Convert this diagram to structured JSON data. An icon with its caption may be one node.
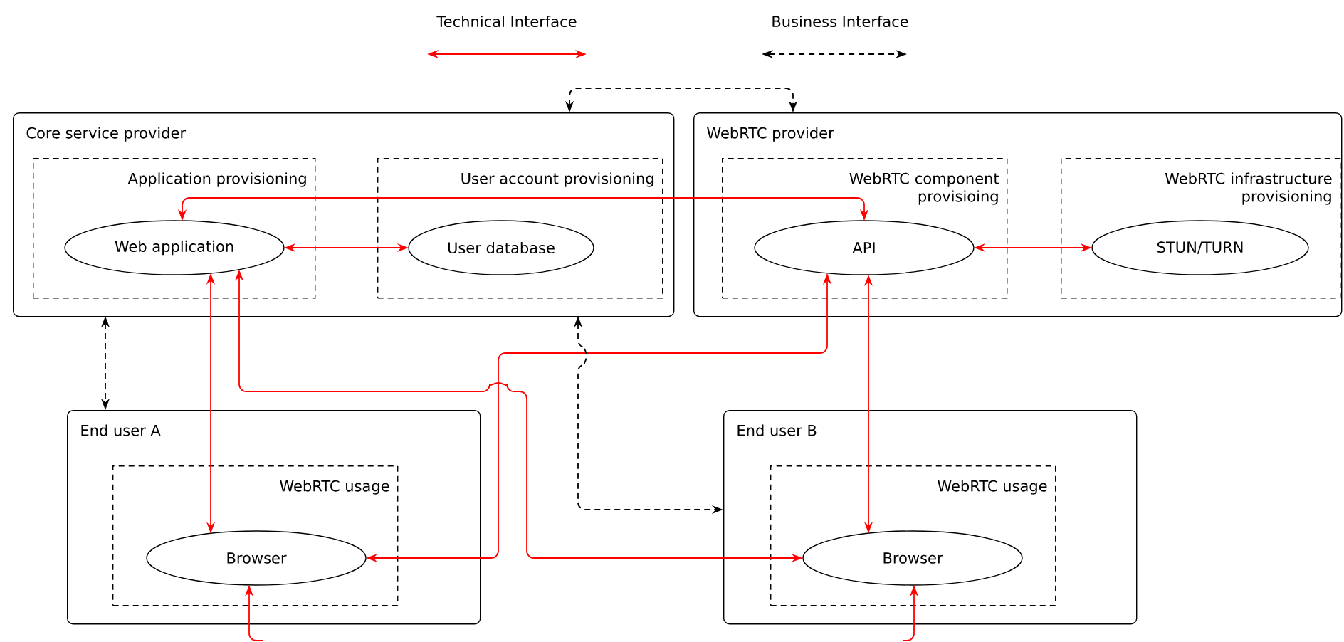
{
  "diagram": {
    "nodes": [
      {
        "text": [
          "Core service provider"
        ]
      },
      {
        "text": [
          "Application provisioning"
        ],
        "in": 0
      },
      {
        "text": [
          "Web application"
        ],
        "in": 1
      },
      {
        "text": [
          "User account provisioning"
        ],
        "in": 0
      },
      {
        "text": [
          "User database"
        ],
        "in": 3
      },
      {
        "text": [
          "WebRTC provider"
        ]
      },
      {
        "text": [
          "WebRTC component provisioing"
        ],
        "in": 5
      },
      {
        "text": [
          "API"
        ],
        "in": 6
      },
      {
        "text": [
          "WebRTC infrastructure provisioning"
        ],
        "in": 5
      },
      {
        "text": [
          "STUN/TURN"
        ],
        "in": 8
      },
      {
        "text": [
          "End user A"
        ]
      },
      {
        "text": [
          "WebRTC usage"
        ],
        "in": 10
      },
      {
        "text": [
          "Browser"
        ],
        "in": 11
      },
      {
        "text": [
          "End user B"
        ]
      },
      {
        "text": [
          "WebRTC usage"
        ],
        "in": 13
      },
      {
        "text": [
          "Browser"
        ],
        "in": 14
      }
    ],
    "edges": [
      {
        "from": 2,
        "to": 4,
        "arrow": "both"
      },
      {
        "from": 2,
        "to": 7,
        "arrow": "both"
      },
      {
        "from": 7,
        "to": 9,
        "arrow": "both"
      },
      {
        "from": 2,
        "to": 12,
        "arrow": "both"
      },
      {
        "from": 2,
        "to": 15,
        "arrow": "both"
      },
      {
        "from": 7,
        "to": 12,
        "arrow": "both"
      },
      {
        "from": 7,
        "to": 15,
        "arrow": "both"
      },
      {
        "from": null,
        "to": 12,
        "arrow": "to"
      },
      {
        "from": null,
        "to": 15,
        "arrow": "to"
      },
      {
        "from": 0,
        "to": 10,
        "arrow": "both",
        "style": "dashed",
        "color": "#000000"
      },
      {
        "from": 0,
        "to": 13,
        "arrow": "both",
        "style": "dashed",
        "color": "#000000"
      },
      {
        "from": 0,
        "to": 5,
        "arrow": "both",
        "style": "dashed",
        "color": "#000000"
      }
    ],
    "legend": [
      {
        "text": "Technical Interface"
      },
      {
        "text": "Business Interface"
      }
    ]
  }
}
